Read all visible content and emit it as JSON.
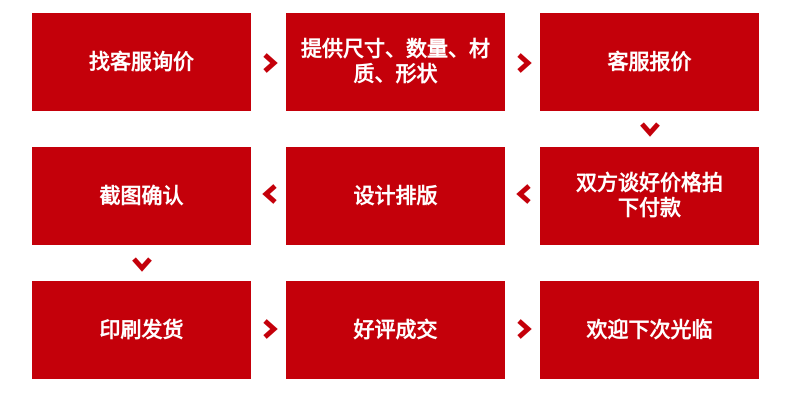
{
  "steps": {
    "s1": "找客服询价",
    "s2": "提供尺寸、数量、材质、形状",
    "s3": "客服报价",
    "s4": "双方谈好价格拍下付款",
    "s5": "设计排版",
    "s6": "截图确认",
    "s7": "印刷发货",
    "s8": "好评成交",
    "s9": "欢迎下次光临"
  },
  "arrows": [
    "chevron-right-icon",
    "chevron-down-icon",
    "chevron-left-icon"
  ],
  "colors": {
    "box": "#c4000a",
    "text": "#ffffff",
    "arrow": "#c4000a",
    "background": "#ffffff"
  }
}
